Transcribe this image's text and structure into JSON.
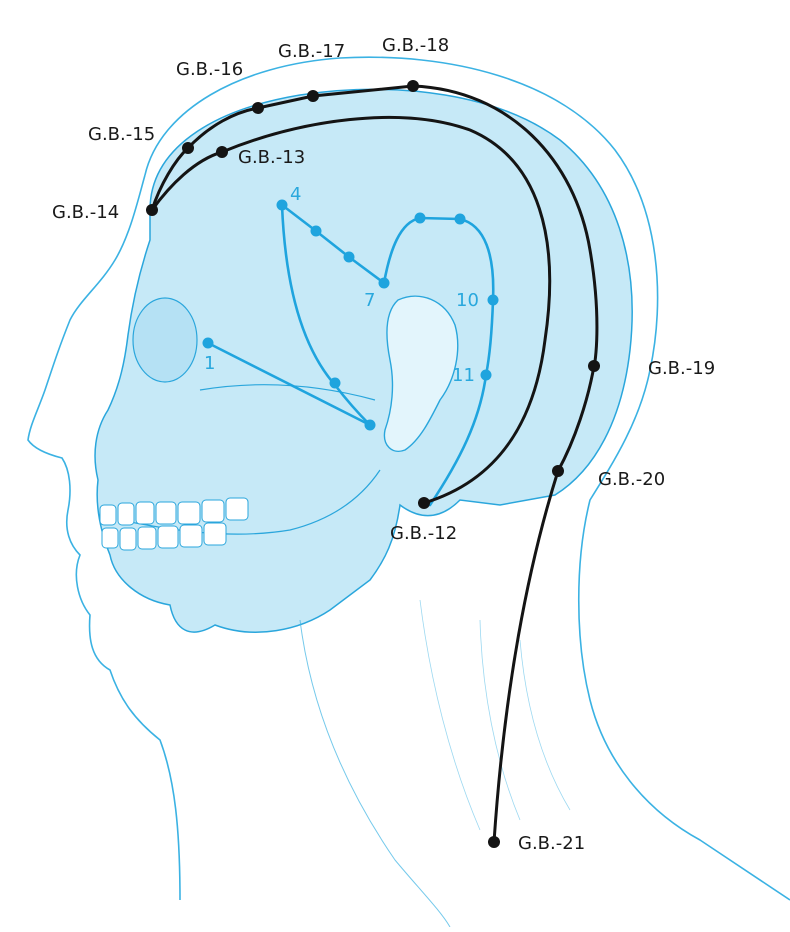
{
  "colors": {
    "skin_line": "#3bb2e3",
    "bone_fill": "#c6e9f7",
    "bone_line": "#2aa6dc",
    "black_channel": "#141414",
    "blue_channel": "#1fa4de",
    "background": "#ffffff"
  },
  "black_points": [
    {
      "id": "gb12",
      "label": "G.B.-12"
    },
    {
      "id": "gb13",
      "label": "G.B.-13"
    },
    {
      "id": "gb14",
      "label": "G.B.-14"
    },
    {
      "id": "gb15",
      "label": "G.B.-15"
    },
    {
      "id": "gb16",
      "label": "G.B.-16"
    },
    {
      "id": "gb17",
      "label": "G.B.-17"
    },
    {
      "id": "gb18",
      "label": "G.B.-18"
    },
    {
      "id": "gb19",
      "label": "G.B.-19"
    },
    {
      "id": "gb20",
      "label": "G.B.-20"
    },
    {
      "id": "gb21",
      "label": "G.B.-21"
    }
  ],
  "blue_points": [
    {
      "id": "p1",
      "label": "1"
    },
    {
      "id": "p4",
      "label": "4"
    },
    {
      "id": "p7",
      "label": "7"
    },
    {
      "id": "p10",
      "label": "10"
    },
    {
      "id": "p11",
      "label": "11"
    }
  ]
}
